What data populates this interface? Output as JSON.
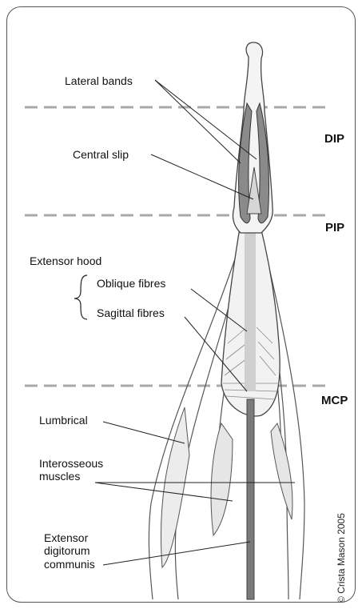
{
  "levels": {
    "dip": "DIP",
    "pip": "PIP",
    "mcp": "MCP"
  },
  "labels": {
    "lateral_bands": "Lateral bands",
    "central_slip": "Central slip",
    "extensor_hood": "Extensor hood",
    "oblique_fibres": "Oblique fibres",
    "sagittal_fibres": "Sagittal fibres",
    "lumbrical": "Lumbrical",
    "interosseous_line1": "Interosseous",
    "interosseous_line2": "muscles",
    "edc_line1": "Extensor",
    "edc_line2": "digitorum",
    "edc_line3": "communis"
  },
  "credit": "© Crista Mason 2005",
  "colors": {
    "dashed_line": "#a9a9a9",
    "tendon": "#d3d3d3",
    "lateral_band": "#8a8a8a",
    "outline": "#444444"
  }
}
